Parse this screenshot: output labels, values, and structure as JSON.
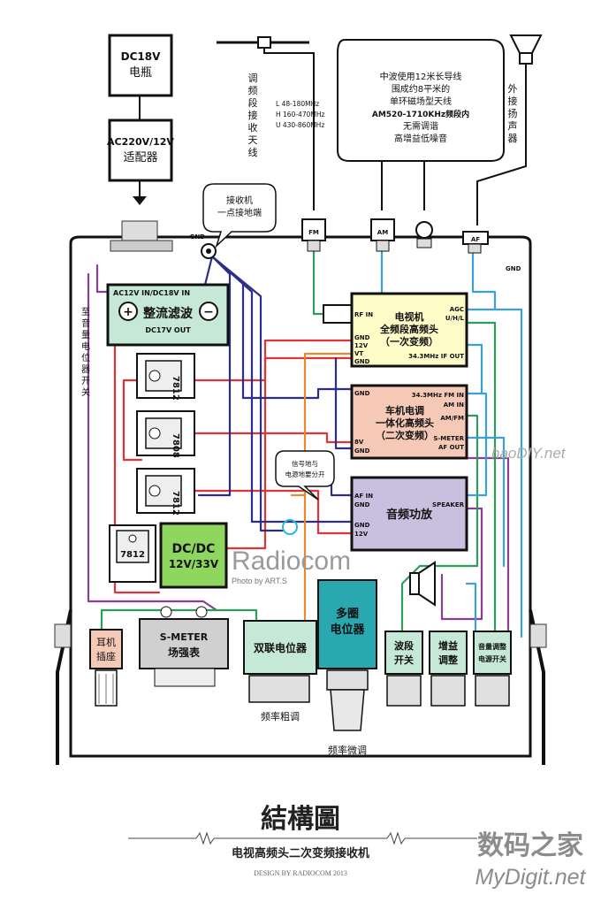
{
  "blocks": {
    "battery": [
      "DC18V",
      "电瓶"
    ],
    "adapter": [
      "AC220V/12V",
      "适配器"
    ],
    "rectifier": {
      "input": "AC12V IN/DC18V IN",
      "title": "整流滤波",
      "output": "DC17V OUT",
      "plus": "+",
      "minus": "−"
    },
    "reg1": "7812",
    "reg2": "7808",
    "reg3": "7812",
    "reg4": "7812",
    "dcdc": [
      "DC/DC",
      "12V/33V"
    ],
    "tv_tuner": {
      "title": [
        "电视机",
        "全频段高频头",
        "（一次变频）"
      ],
      "pins_left": [
        "RF IN",
        "GND",
        "12V",
        "VT",
        "GND"
      ],
      "pins_right": [
        "AGC",
        "U/H/L",
        "34.3MHz IF OUT"
      ]
    },
    "car_tuner": {
      "title": [
        "车机电调",
        "一体化高频头",
        "（二次变频）"
      ],
      "pins_left": [
        "GND",
        "8V",
        "GND"
      ],
      "pins_right": [
        "34.3MHz FM IN",
        "AM IN",
        "AM/FM",
        "S-METER",
        "AF OUT"
      ]
    },
    "amp": {
      "title": "音频功放",
      "pins_left": [
        "AF IN",
        "GND",
        "GND",
        "12V"
      ],
      "pins_right": [
        "SPEAKER"
      ]
    },
    "earphone": [
      "耳机",
      "插座"
    ],
    "smeter": [
      "S-METER",
      "场强表"
    ],
    "dual_pot": "双联电位器",
    "multi_pot": [
      "多圈",
      "电位器"
    ],
    "band_switch": [
      "波段",
      "开关"
    ],
    "gain": [
      "增益",
      "调整"
    ],
    "volume_power": [
      "音量调整",
      "电源开关"
    ]
  },
  "notes": {
    "antenna_vertical": "调频段接收天线",
    "bands": [
      "L  48-180MHz",
      "H 160-470MHz",
      "U 430-860MHz"
    ],
    "am_antenna": [
      "中波使用12米长导线",
      "围成约8平米的",
      "单环磁场型天线",
      "AM520-1710KHz频段内",
      "无需调谐",
      "高增益低噪音"
    ],
    "speaker_ext": "外接扬声器",
    "single_ground": [
      "接收机",
      "一点接地端"
    ],
    "volume_switch_vertical": "至音量电位器开关",
    "signal_ground": [
      "信号地与",
      "电源地要分开"
    ],
    "gnd": "GND",
    "fm": "FM",
    "am": "AM",
    "af": "AF",
    "freq_coarse": "频率粗调",
    "freq_fine": "频率微调"
  },
  "watermarks": {
    "radiocom": "Radiocom",
    "photo": "Photo by ART.S",
    "haodiy": "haoDIY.net",
    "site_cn": "数码之家",
    "site_en": "MyDigit.net"
  },
  "footer": {
    "title": "結構圖",
    "subtitle": "电视高频头二次变频接收机",
    "credit": "DESIGN BY RADIOCOM 2013"
  },
  "colors": {
    "panel": "#ffffff",
    "yellow": "#fdfbc6",
    "salmon": "#f6c9b6",
    "lavender": "#c9c0e0",
    "mint": "#c6e8d6",
    "green": "#8ed65e",
    "teal": "#2aa8b0",
    "red": "#e3333a",
    "navy": "#2c2f8a",
    "purple": "#8a3d94",
    "orange": "#e78a2b",
    "blue": "#3aa0d8",
    "darkgreen": "#2e9c5a"
  }
}
